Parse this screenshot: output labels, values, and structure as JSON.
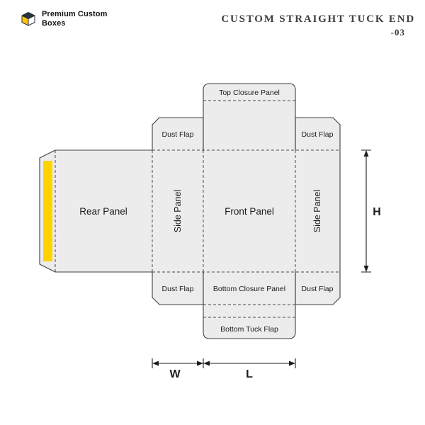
{
  "header": {
    "logo_line1": "Premium Custom",
    "logo_line2": "Boxes",
    "logo_icon": "box-cube-icon",
    "title_line1": "CUSTOM STRAIGHT TUCK END",
    "title_line2": "-03"
  },
  "diagram": {
    "labels": {
      "top_closure_panel": "Top Closure Panel",
      "dust_flap": "Dust Flap",
      "rear_panel": "Rear Panel",
      "side_panel": "Side Panel",
      "front_panel": "Front Panel",
      "bottom_closure_panel": "Bottom Closure Panel",
      "bottom_tuck_flap": "Bottom Tuck Flap"
    },
    "dimensions": {
      "height_label": "H",
      "width_label": "W",
      "length_label": "L"
    },
    "colors": {
      "panel_fill": "#ececec",
      "outline": "#3f3f3f",
      "glue_strip": "#ffd200",
      "logo_accent": "#ffc20e",
      "logo_dark": "#2a3140",
      "title_text": "#3f3f3f"
    }
  }
}
